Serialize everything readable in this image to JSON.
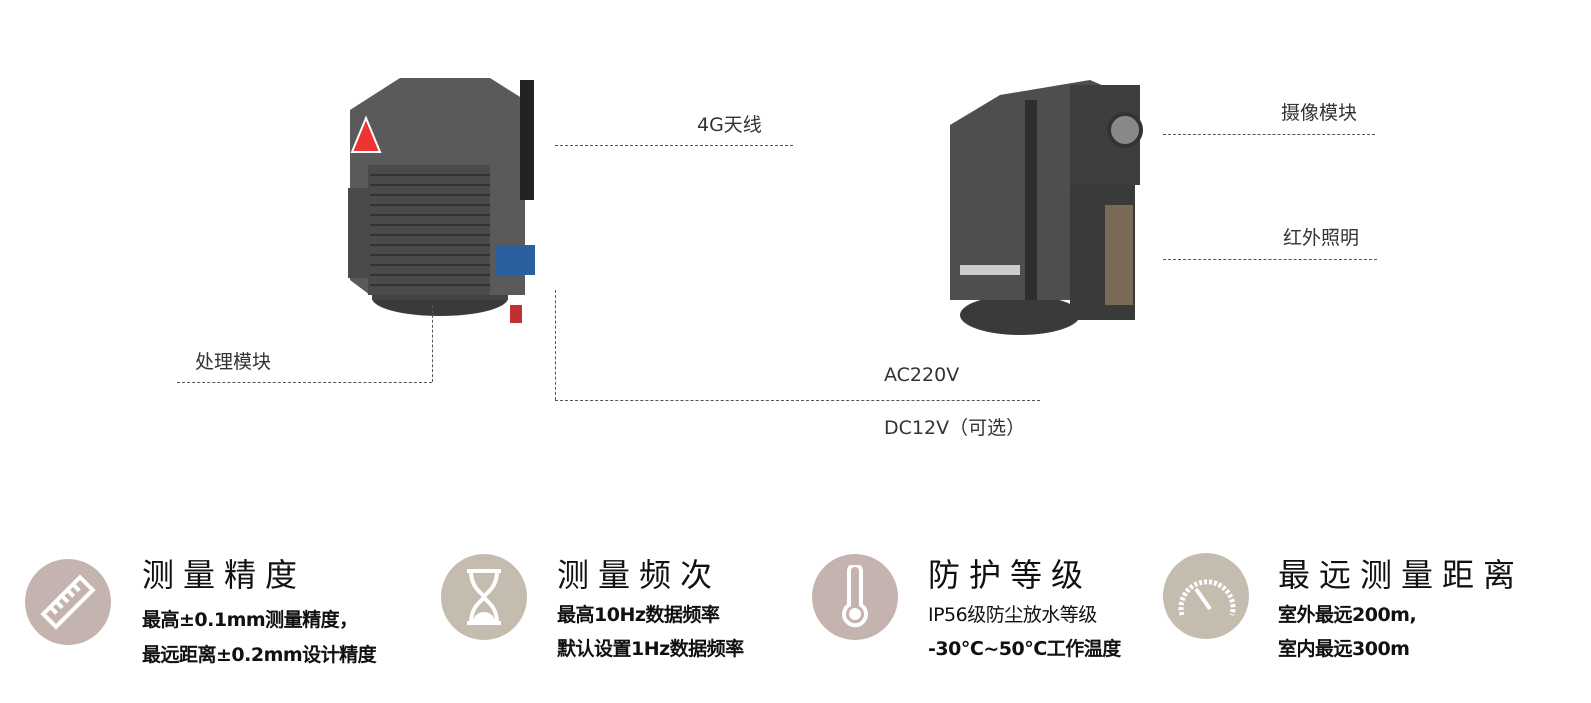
{
  "callouts": {
    "antenna": "4G天线",
    "processor": "处理模块",
    "ac": "AC220V",
    "dc": "DC12V（可选）",
    "camera": "摄像模块",
    "infrared": "红外照明"
  },
  "features": [
    {
      "title": "测量精度",
      "lines": [
        "最高±0.1mm测量精度，",
        "最远距离±0.2mm设计精度"
      ],
      "icon": "ruler-icon",
      "color": "#c4b3ae"
    },
    {
      "title": "测量频次",
      "lines": [
        "最高10Hz数据频率",
        "默认设置1Hz数据频率"
      ],
      "icon": "hourglass-icon",
      "color": "#c5bcb0"
    },
    {
      "title": "防护等级",
      "lines": [
        "IP56级防尘放水等级",
        "-30℃~50℃工作温度"
      ],
      "icon": "thermometer-icon",
      "color": "#c4b3ae"
    },
    {
      "title": "最远测量距离",
      "lines": [
        "室外最远200m,",
        "室内最远300m"
      ],
      "icon": "gauge-icon",
      "color": "#c5bcb0"
    }
  ]
}
